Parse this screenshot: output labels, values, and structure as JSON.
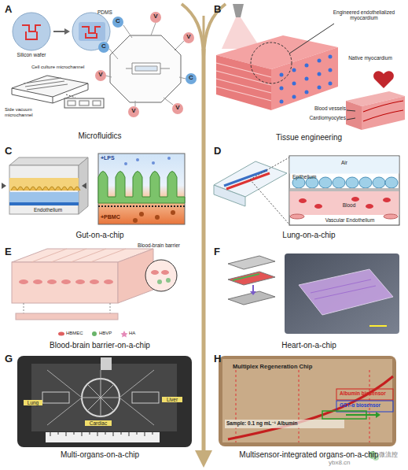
{
  "diagram": {
    "nodes": [
      {
        "text": [
          "A",
          "Microfluidics"
        ]
      },
      {
        "text": [
          "B",
          "Tissue engineering"
        ]
      },
      {
        "text": [
          "C",
          "Gut-on-a-chip"
        ]
      },
      {
        "text": [
          "D",
          "Lung-on-a-chip"
        ]
      },
      {
        "text": [
          "E",
          "Blood-brain barrier-on-a-chip"
        ]
      },
      {
        "text": [
          "F",
          "Heart-on-a-chip"
        ]
      },
      {
        "text": [
          "G",
          "Multi-organs-on-a-chip"
        ]
      },
      {
        "text": [
          "H",
          "Multisensor-integrated organs-on-a-chip"
        ]
      }
    ],
    "labels": [
      "Silicon wafer",
      "PDMS",
      "Cell culture microchannel",
      "Side vacuum microchannel",
      "C",
      "V",
      "V",
      "C",
      "V",
      "V",
      "C",
      "V",
      "Engineered endothelialized myocardium",
      "Native myocardium",
      "Blood vessels",
      "Cardiomyocytes",
      "Endothelium",
      "+LPS",
      "+PBMC",
      "Air",
      "Epithelium",
      "Blood",
      "Vascular Endothelium",
      "Blood-brain barrier",
      "HBMEC",
      "HBVP",
      "HA",
      "Lung",
      "Cardiac",
      "Liver",
      "Multiplex Regeneration Chip",
      "Albumin biosensor",
      "GST-α biosensor",
      "Sample: 0.1 ng mL⁻¹ Albumin",
      "ybx8.cn",
      "微流控"
    ]
  }
}
